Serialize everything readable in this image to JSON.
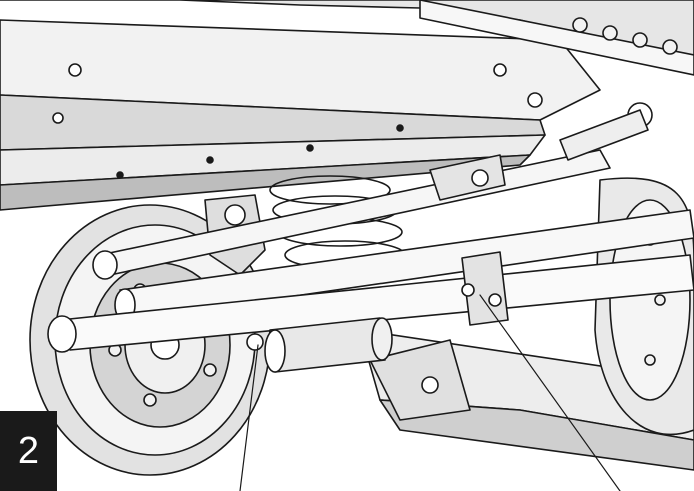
{
  "figure": {
    "step_number": "2",
    "subject": "front-suspension-steering-linkage",
    "callouts": [
      {
        "id": "callout-left",
        "target": "steering-damper-mount"
      },
      {
        "id": "callout-right",
        "target": "damper-clamp-bracket"
      }
    ]
  },
  "colors": {
    "line": "#1a1a1a",
    "fill_light": "#f2f2f2",
    "fill_mid": "#d9d9d9",
    "fill_dark": "#9a9a9a",
    "badge_bg": "#1a1a1a",
    "badge_text": "#ffffff"
  }
}
